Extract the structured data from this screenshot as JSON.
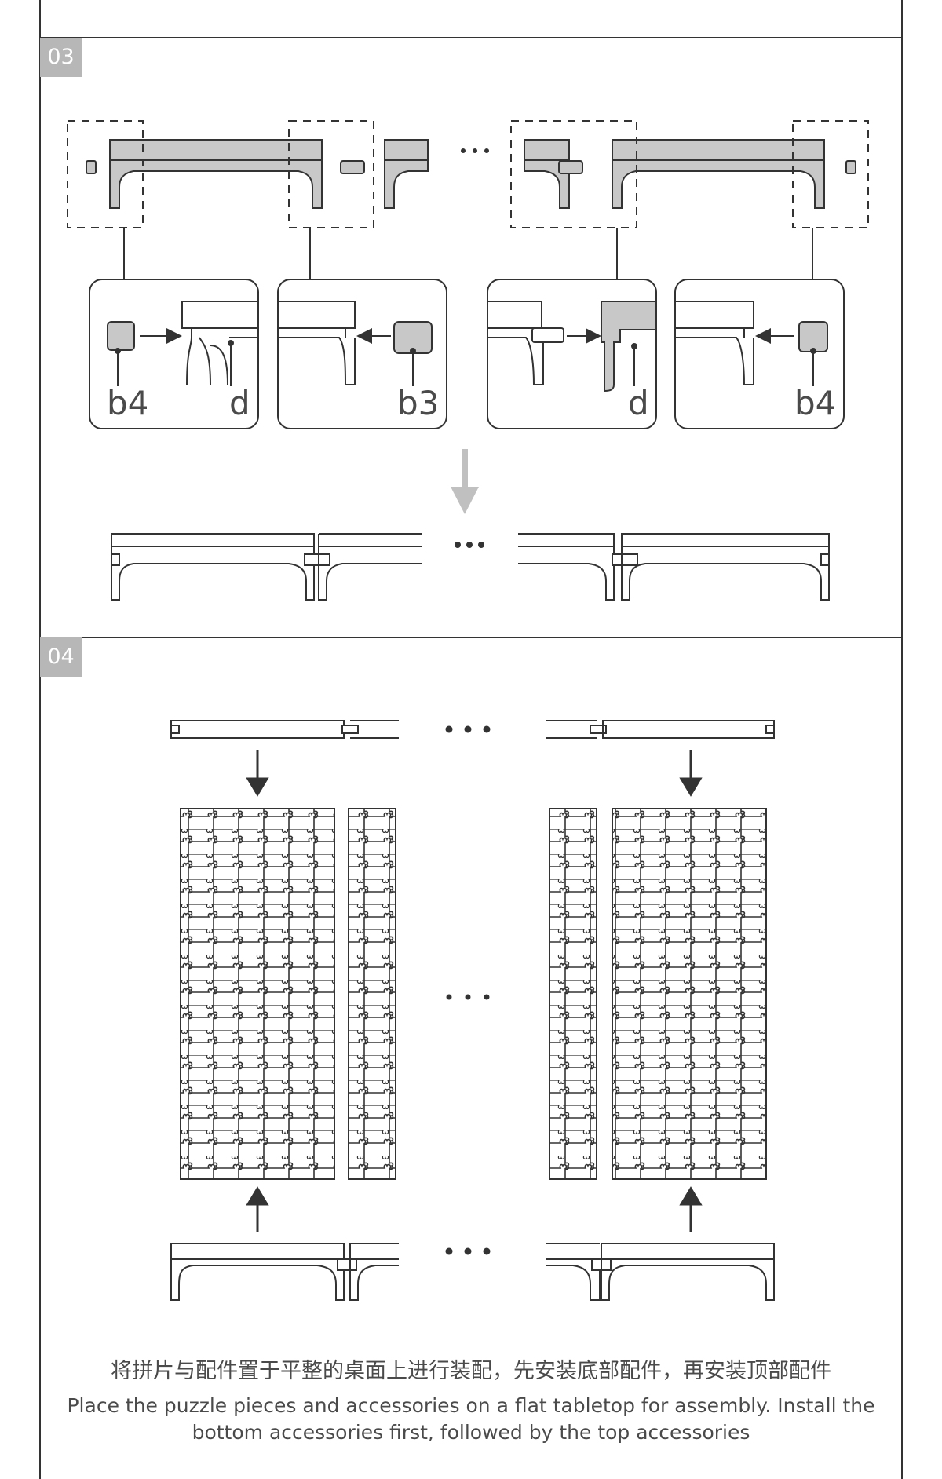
{
  "steps": [
    {
      "number": "03"
    },
    {
      "number": "04"
    }
  ],
  "part_labels": {
    "callout_1_left": "b4",
    "callout_1_right": "d",
    "callout_2": "b3",
    "callout_3": "d",
    "callout_4": "b4"
  },
  "continuation_marker": "• • •",
  "caption": {
    "zh": "将拼片与配件置于平整的桌面上进行装配，先安装底部配件，再安装顶部配件",
    "en": "Place the puzzle pieces and accessories on a flat tabletop for assembly. Install the bottom accessories first, followed by the top accessories"
  },
  "colors": {
    "line": "#333333",
    "part_fill": "#c8c8c8",
    "step_badge": "#b7b7b7",
    "arrow_gray": "#c0c0c0",
    "text": "#4a4a4a"
  }
}
